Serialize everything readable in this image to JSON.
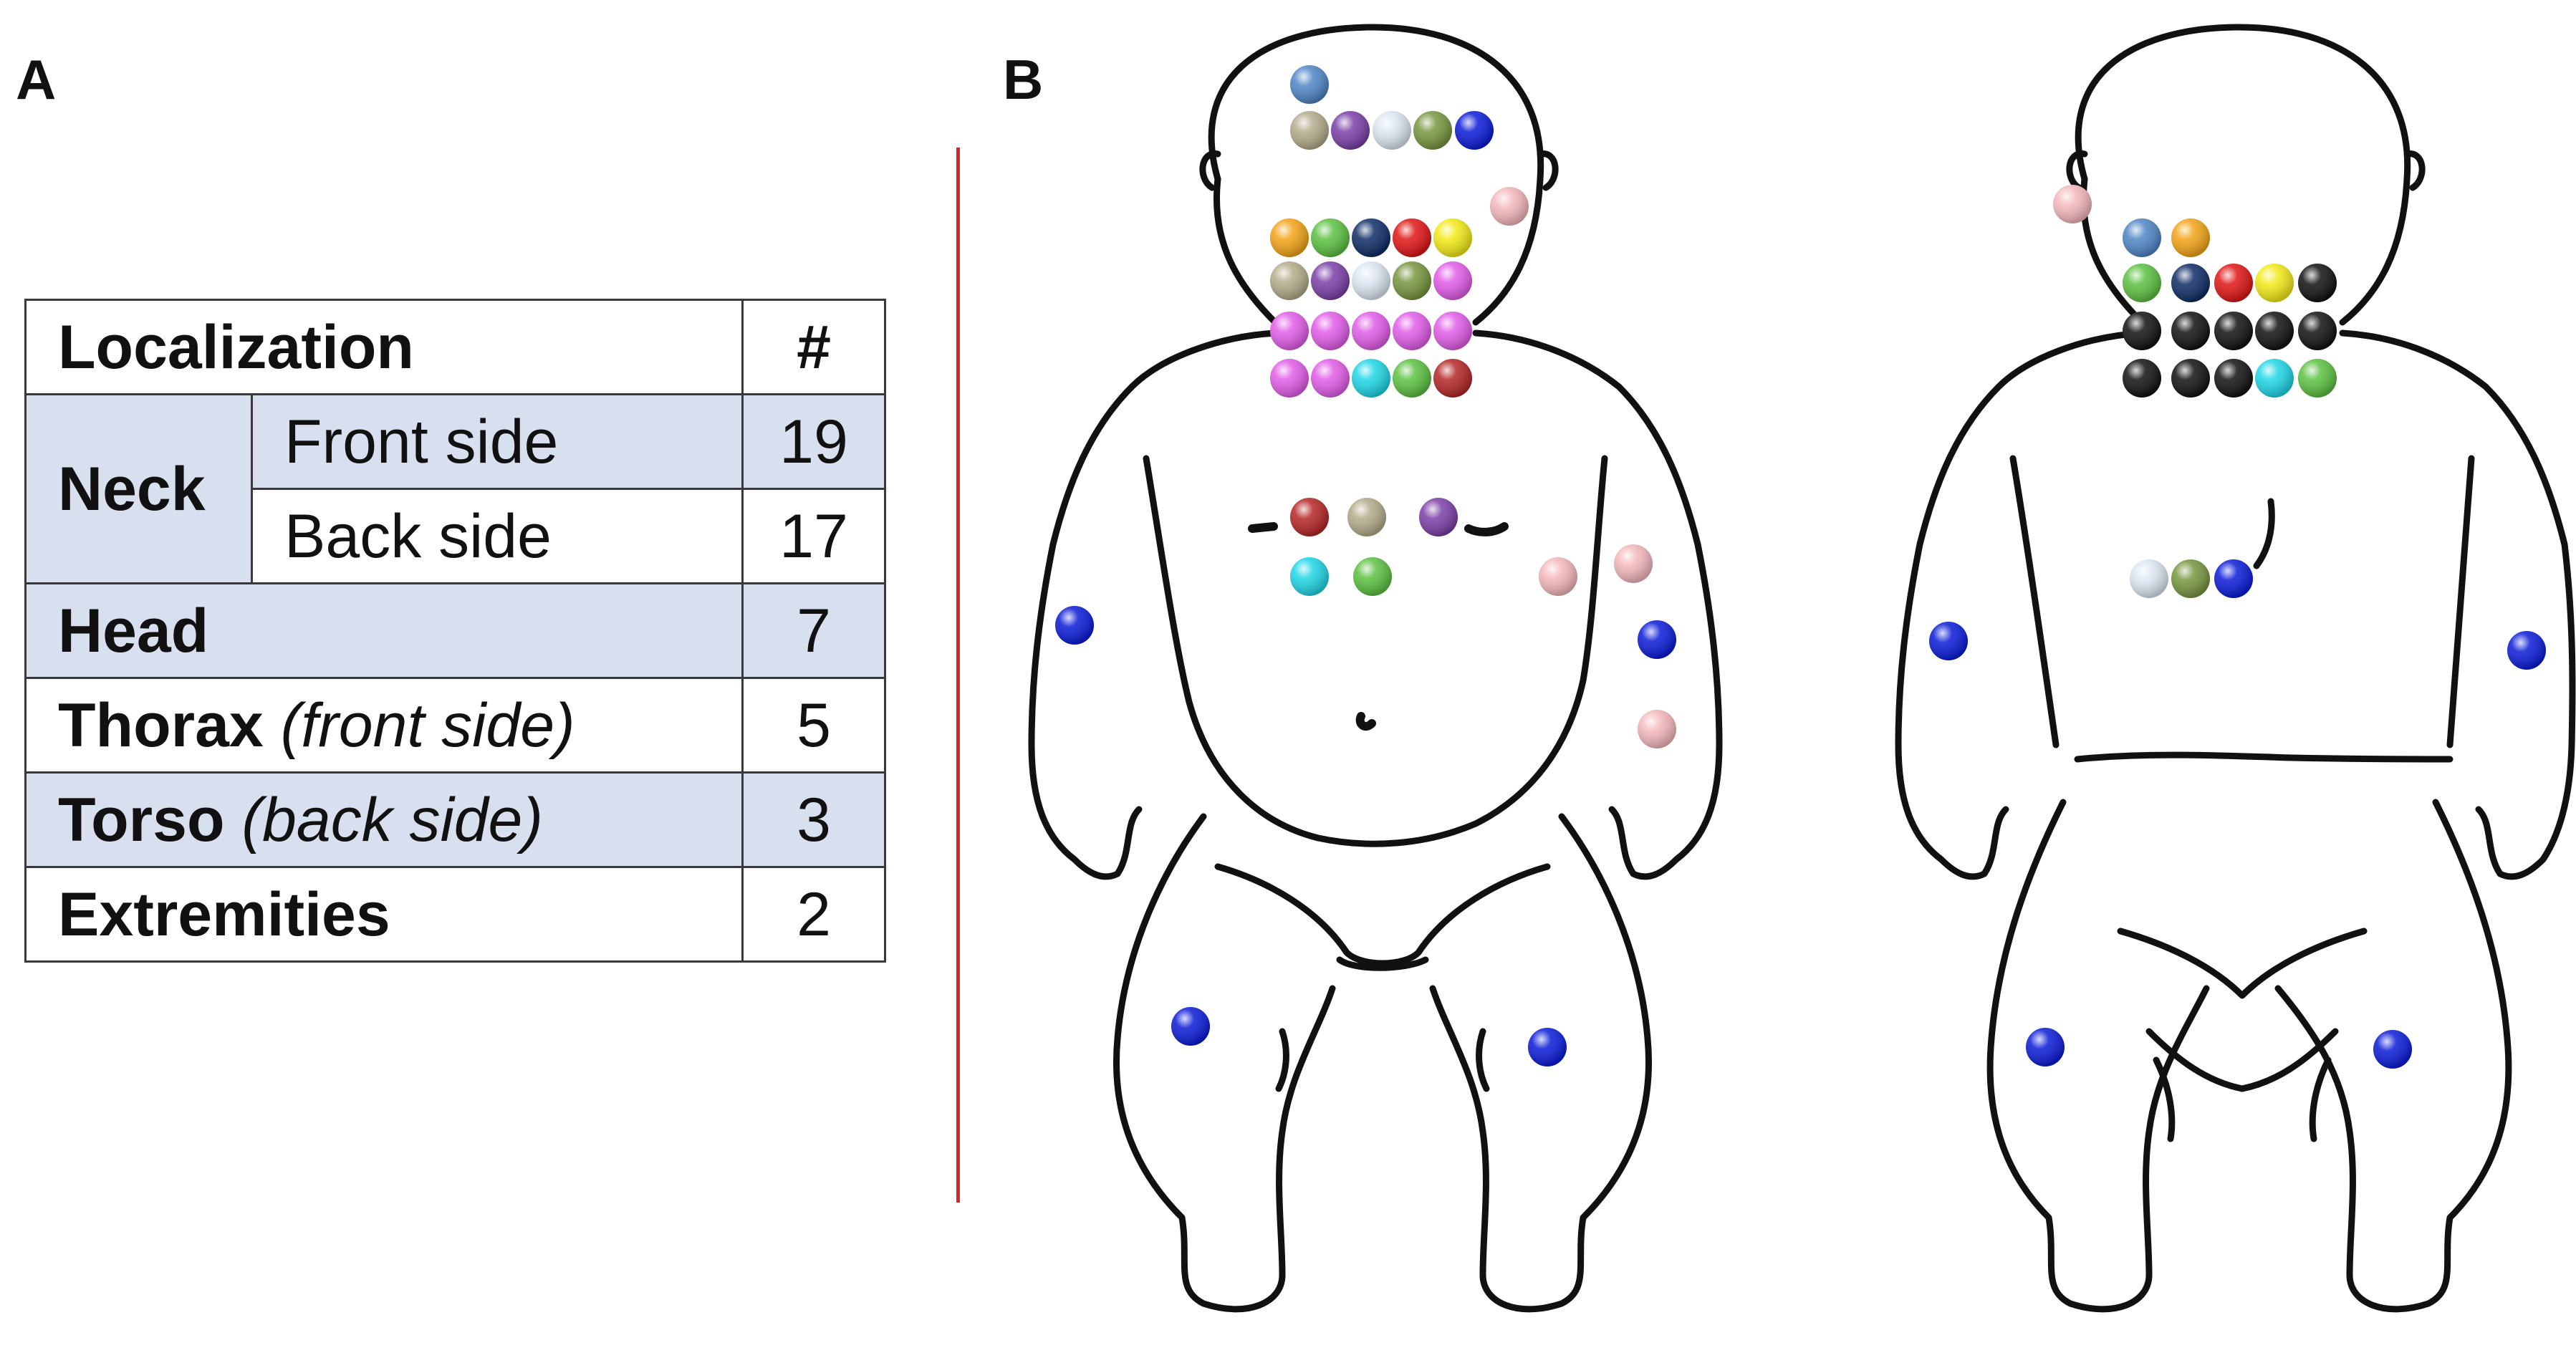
{
  "panels": {
    "a_label": "A",
    "b_label": "B"
  },
  "table": {
    "header": {
      "localization": "Localization",
      "count": "#"
    },
    "neck": {
      "label": "Neck",
      "front": {
        "label": "Front side",
        "count": "19"
      },
      "back": {
        "label": "Back side",
        "count": "17"
      }
    },
    "head": {
      "label": "Head",
      "count": "7"
    },
    "thorax": {
      "label": "Thorax",
      "qualifier": "(front side)",
      "count": "5"
    },
    "torso": {
      "label": "Torso",
      "qualifier": "(back side)",
      "count": "3"
    },
    "extremities": {
      "label": "Extremities",
      "count": "2"
    }
  },
  "colors": {
    "divider": "#d62728",
    "table_shade": "#d8e0ef",
    "steel_blue": "#4f86c6",
    "khaki": "#b3ab8a",
    "purple": "#7b3fa8",
    "pale_blue": "#dce6f2",
    "olive_green": "#77963e",
    "blue": "#0b1bd8",
    "pink": "#f4b8bc",
    "orange": "#f3a417",
    "green": "#5cc141",
    "navy": "#0f2c66",
    "red": "#e01515",
    "yellow": "#f2ea17",
    "magenta": "#e25ce8",
    "cyan": "#1fd6e6",
    "dark_red": "#b52626",
    "black": "#111111"
  }
}
